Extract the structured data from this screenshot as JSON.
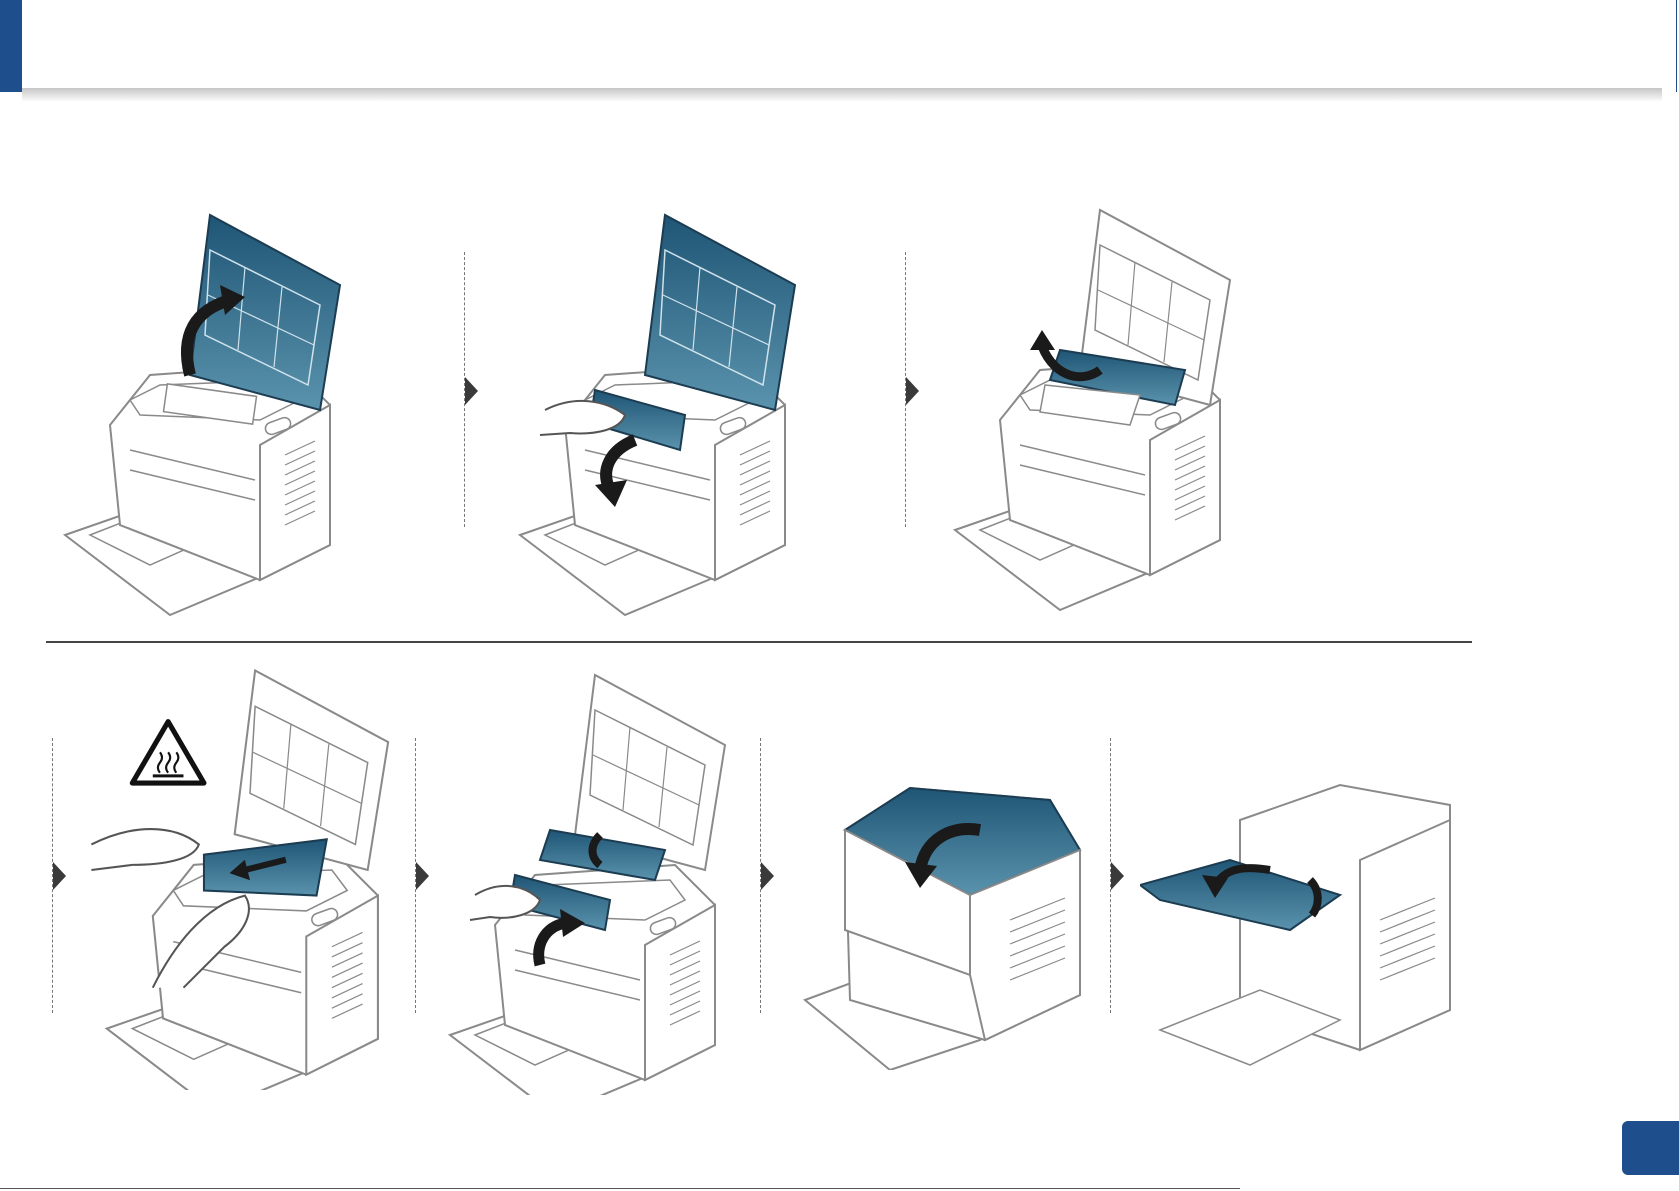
{
  "page": {
    "accent_color": "#1f4e8c",
    "illustration_color": "#2f6b87",
    "line_color": "#8a8a8a"
  },
  "steps_row1": [
    {
      "action": "open-top-cover"
    },
    {
      "action": "remove-toner-cartridge"
    },
    {
      "action": "lift-fuser-guide"
    }
  ],
  "steps_row2": [
    {
      "action": "pull-jammed-paper",
      "warning_icon": "hot-surface-icon"
    },
    {
      "action": "reinsert-toner-cartridge"
    },
    {
      "action": "close-top-cover"
    },
    {
      "action": "unfold-output-support"
    }
  ]
}
